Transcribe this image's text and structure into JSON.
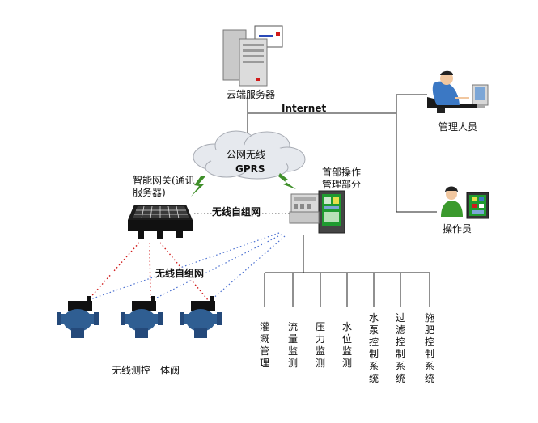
{
  "nodes": {
    "cloud_server": "云端服务器",
    "internet": "Internet",
    "manager": "管理人员",
    "operator": "操作员",
    "public_net": "公网无线",
    "gprs": "GPRS",
    "gateway": "智能网关(通讯服务器)",
    "head_control": "首部操作管理部分",
    "wireless_mesh_1": "无线自组网",
    "wireless_mesh_2": "无线自组网",
    "valve_group": "无线测控一体阀"
  },
  "subsystems": [
    "灌溉管理",
    "流量监测",
    "压力监测",
    "水位监测",
    "水泵控制系统",
    "过滤控制系统",
    "施肥控制系统"
  ],
  "colors": {
    "valve_blue": "#2f5e92",
    "radio_red": "#d11a1a",
    "radio_blue": "#4a6fd0",
    "bolt_green": "#3f8f2a",
    "screen_green": "#1f9a2f"
  }
}
